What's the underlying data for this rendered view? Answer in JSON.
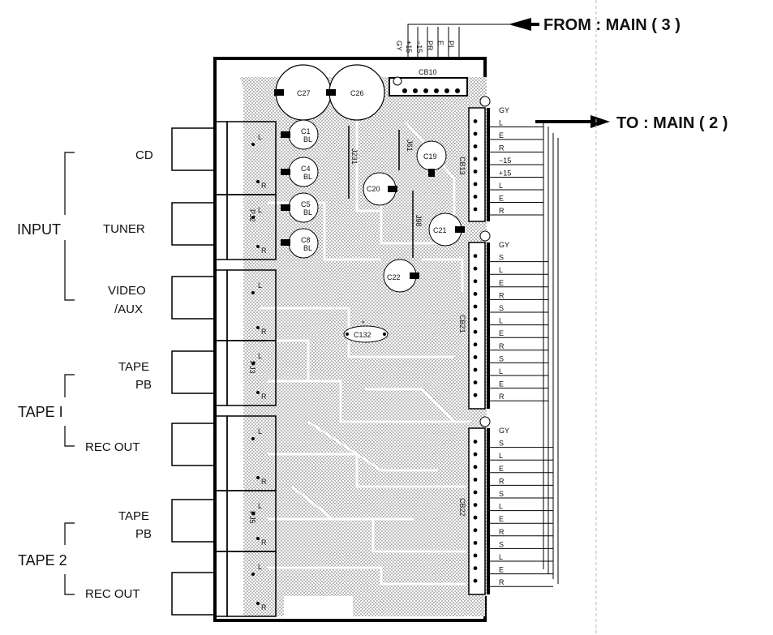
{
  "arrows": {
    "from_main": "FROM : MAIN ( 3 )",
    "to_main": "TO : MAIN ( 2 )"
  },
  "left_labels": {
    "input": "INPUT",
    "cd": "CD",
    "tuner": "TUNER",
    "video": "VIDEO",
    "aux": "/AUX",
    "tape": "TAPE",
    "pb": "PB",
    "tape1": "TAPE I",
    "tape2": "TAPE 2",
    "rec_out": "REC OUT"
  },
  "top_wires": [
    "GY",
    "+15",
    "−15",
    "PR",
    "E",
    "PL"
  ],
  "cb10": "CB10",
  "capacitors": {
    "c27": "C27",
    "c26": "C26",
    "c1": "C1",
    "c4": "C4",
    "c5": "C5",
    "c8": "C8",
    "c19": "C19",
    "c20": "C20",
    "c21": "C21",
    "c22": "C22",
    "c132": "C132"
  },
  "jumpers": {
    "j231": "J231",
    "j61": "J61",
    "j98": "J98"
  },
  "jacks": {
    "pj2": "PJ2",
    "pj3": "PJ3",
    "pj5": "PJ5"
  },
  "cap_small": "BL",
  "connectors": {
    "cb13": {
      "label": "CB13",
      "pins": [
        "GY",
        "L",
        "E",
        "R",
        "−15",
        "+15",
        "L",
        "E",
        "R"
      ]
    },
    "cb21": {
      "label": "CB21",
      "pins": [
        "GY",
        "S",
        "L",
        "E",
        "R",
        "S",
        "L",
        "E",
        "R",
        "S",
        "L",
        "E",
        "R"
      ]
    },
    "cb22": {
      "label": "CB22",
      "pins": [
        "GY",
        "S",
        "L",
        "E",
        "R",
        "S",
        "L",
        "E",
        "R",
        "S",
        "L",
        "E",
        "R"
      ]
    }
  },
  "jack_pins": {
    "left": "L",
    "right": "R"
  }
}
